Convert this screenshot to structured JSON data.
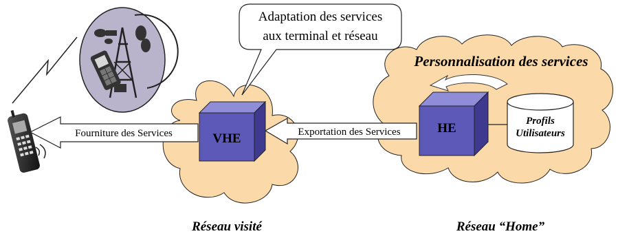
{
  "callout": {
    "line1": "Adaptation des services",
    "line2": "aux terminal et réseau"
  },
  "visited_network": {
    "node_label": "VHE",
    "caption": "Réseau visité"
  },
  "home_network": {
    "node_label": "HE",
    "caption": "Réseau “Home”",
    "personalisation": "Personnalisation des services"
  },
  "database": {
    "line1": "Profils",
    "line2": "Utilisateurs"
  },
  "arrows": {
    "supply": "Fourniture des Services",
    "export": "Exportation des Services"
  },
  "colors": {
    "cloud": "#fcd9a8",
    "cube_front": "#5c59b8",
    "cube_top": "#8f8cd8",
    "cube_side": "#3d3a8f",
    "antenna_oval": "#b9b4cc"
  },
  "icons": [
    "antenna-tower-icon",
    "mobile-phone-icon",
    "radio-link-icon"
  ]
}
